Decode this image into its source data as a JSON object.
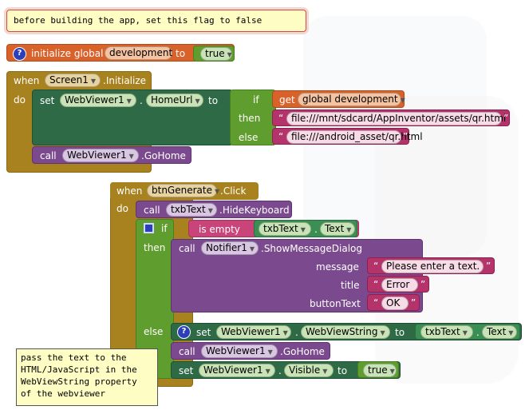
{
  "comment_top": "before building the app, set this flag to false",
  "init": {
    "label": "initialize global",
    "var_name": "development",
    "to": "to",
    "value": "true"
  },
  "screen_init": {
    "when": "when",
    "do": "do",
    "component": "Screen1",
    "event": ".Initialize",
    "set": "set",
    "target": "WebViewer1",
    "property": "HomeUrl",
    "to": "to",
    "if": "if",
    "then": "then",
    "else": "else",
    "get": "get",
    "get_var": "global development",
    "then_value": "file:///mnt/sdcard/AppInventor/assets/qr.html",
    "else_value": "file:///android_asset/qr.html",
    "call": "call",
    "call_component": "WebViewer1",
    "call_method": ".GoHome"
  },
  "btn_click": {
    "when": "when",
    "do": "do",
    "component": "btnGenerate",
    "event": ".Click",
    "call": "call",
    "hide_component": "txbText",
    "hide_method": ".HideKeyboard",
    "if": "if",
    "is_empty": "is empty",
    "text_component": "txbText",
    "text_property": "Text",
    "then": "then",
    "notifier": "Notifier1",
    "notifier_method": ".ShowMessageDialog",
    "message_label": "message",
    "message_value": "Please enter a text.",
    "title_label": "title",
    "title_value": "Error",
    "button_label": "buttonText",
    "button_value": "OK",
    "else": "else",
    "set": "set",
    "set_component": "WebViewer1",
    "set_property": "WebViewString",
    "to": "to",
    "value_component": "txbText",
    "value_property": "Text",
    "gohome_component": "WebViewer1",
    "gohome_method": ".GoHome",
    "visible_component": "WebViewer1",
    "visible_property": "Visible",
    "visible_value": "true"
  },
  "comment_bottom": "pass the text to the\nHTML/JavaScript in the\nWebViewString property\nof the webviewer",
  "colors": {
    "event": "#a8821e",
    "setter": "#2f6a47",
    "call": "#7b4a8e",
    "variable": "#d8622a",
    "text": "#b5336b",
    "logic": "#5f9d2e"
  }
}
